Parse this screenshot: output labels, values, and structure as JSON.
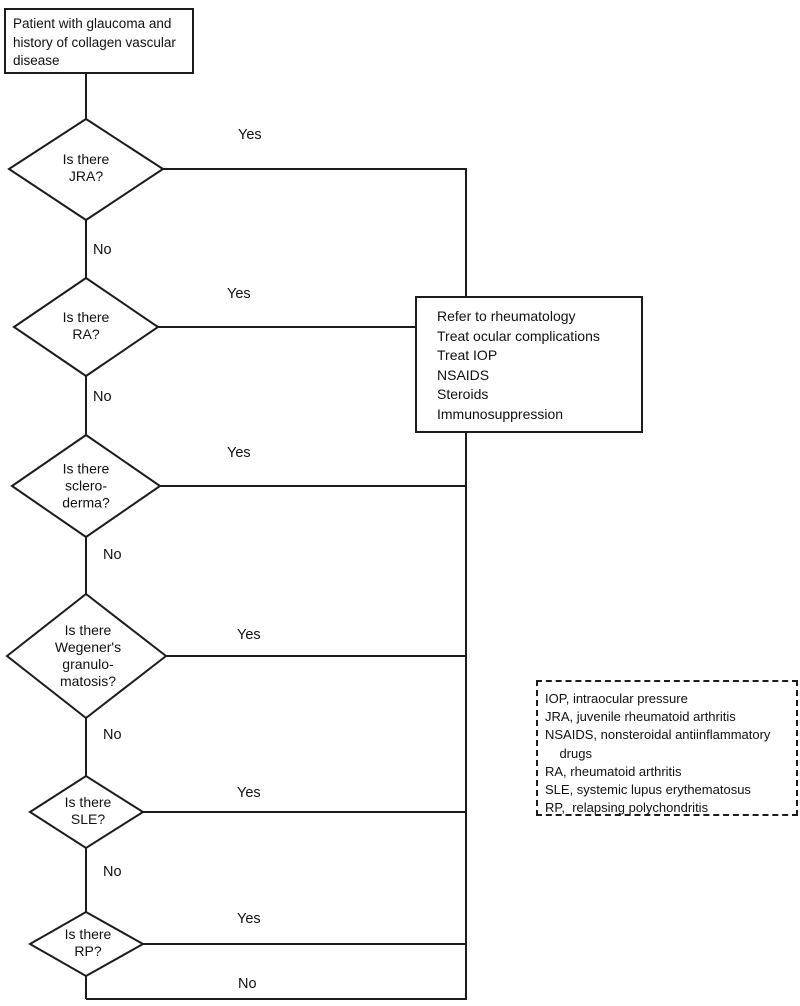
{
  "colors": {
    "line": "#1c1c1c",
    "background": "#ffffff",
    "text": "#111111"
  },
  "flowchart": {
    "start": {
      "label": "Patient with glaucoma and\nhistory of collagen vascular\ndisease"
    },
    "decisions": [
      {
        "id": "jra",
        "question": "Is there\nJRA?",
        "yes_label": "Yes",
        "no_label": "No"
      },
      {
        "id": "ra",
        "question": "Is there\nRA?",
        "yes_label": "Yes",
        "no_label": "No"
      },
      {
        "id": "scleroderma",
        "question": "Is there\nsclero-\nderma?",
        "yes_label": "Yes",
        "no_label": "No"
      },
      {
        "id": "wegeners",
        "question": "Is there\nWegener's\ngranulo-\nmatosis?",
        "yes_label": "Yes",
        "no_label": "No"
      },
      {
        "id": "sle",
        "question": "Is there\nSLE?",
        "yes_label": "Yes",
        "no_label": "No"
      },
      {
        "id": "rp",
        "question": "Is there\nRP?",
        "yes_label": "Yes",
        "no_label": "No"
      }
    ],
    "treatment_box": {
      "lines": [
        "Refer to rheumatology",
        "Treat ocular complications",
        "Treat IOP",
        "NSAIDS",
        "Steroids",
        "Immunosuppression"
      ]
    },
    "legend_box": {
      "lines": [
        "IOP, intraocular pressure",
        "JRA, juvenile rheumatoid arthritis",
        "NSAIDS, nonsteroidal antiinflammatory",
        "    drugs",
        "RA, rheumatoid arthritis",
        "SLE, systemic lupus erythematosus",
        "RP,  relapsing polychondritis"
      ]
    }
  }
}
